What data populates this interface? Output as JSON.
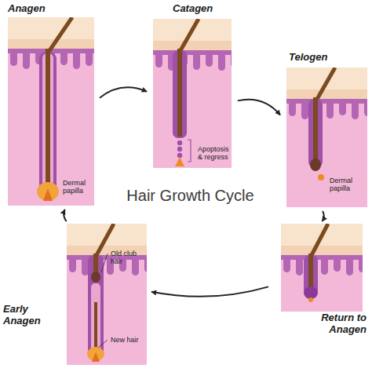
{
  "diagram": {
    "title": "Hair Growth Cycle",
    "nodes": [
      {
        "text": [
          "Anagen",
          "Dermal papilla"
        ]
      },
      {
        "text": [
          "Catagen",
          "Apoptosis & regress"
        ]
      },
      {
        "text": [
          "Telogen",
          "Dermal papilla"
        ]
      },
      {
        "text": [
          "Return to Anagen"
        ]
      },
      {
        "text": [
          "Early Anagen",
          "Old club hair",
          "New hair"
        ]
      }
    ],
    "edges": [
      {
        "from": 0,
        "to": 1,
        "arrow": "to"
      },
      {
        "from": 1,
        "to": 2,
        "arrow": "to"
      },
      {
        "from": 2,
        "to": 3,
        "arrow": "to"
      },
      {
        "from": 3,
        "to": 4,
        "arrow": "to"
      },
      {
        "from": 4,
        "to": 0,
        "arrow": "to"
      }
    ]
  }
}
